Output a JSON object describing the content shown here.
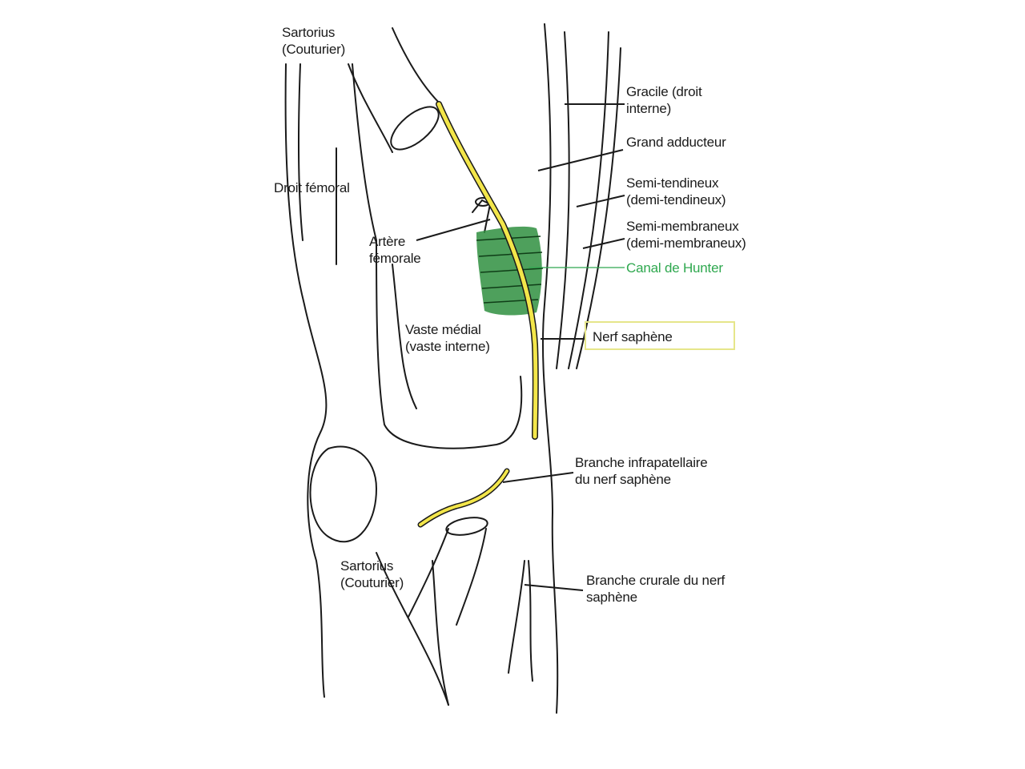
{
  "title": "Nerf saphène et canal de Hunter",
  "labels": {
    "sartorius_top_1": "Sartorius",
    "sartorius_top_2": "(Couturier)",
    "droit_femoral": "Droit fémoral",
    "artere_1": "Artère",
    "artere_2": "fémorale",
    "vaste_1": "Vaste médial",
    "vaste_2": "(vaste interne)",
    "gracile_1": "Gracile (droit",
    "gracile_2": "interne)",
    "grand_adducteur": "Grand adducteur",
    "semi_tend_1": "Semi-tendineux",
    "semi_tend_2": "(demi-tendineux)",
    "semi_memb_1": "Semi-membraneux",
    "semi_memb_2": "(demi-membraneux)",
    "canal": "Canal de Hunter",
    "nerf": "Nerf saphène",
    "infra_1": "Branche infrapatellaire",
    "infra_2": "du nerf saphène",
    "sartorius_bot_1": "Sartorius",
    "sartorius_bot_2": "(Couturier)",
    "crurale_1": "Branche crurale du nerf",
    "crurale_2": "saphène"
  },
  "colors": {
    "nerve": "#f3e64a",
    "canal": "#2f8f3f",
    "canal_label": "#2fa84f",
    "highlight_box": "#e6e68a",
    "ink": "#1a1a1a"
  }
}
